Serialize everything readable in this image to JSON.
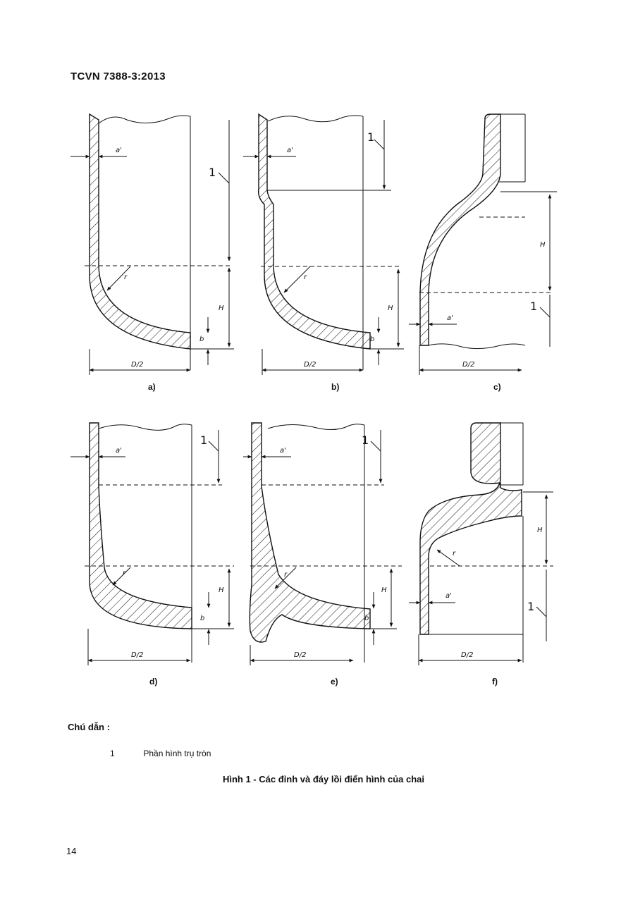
{
  "header": {
    "code": "TCVN 7388-3:2013"
  },
  "labels": {
    "wall": "a'",
    "radius": "r",
    "height": "H",
    "bottom": "b",
    "half_diameter": "D/2",
    "cylinder_marker": "1"
  },
  "panels": [
    {
      "caption": "a)"
    },
    {
      "caption": "b)"
    },
    {
      "caption": "c)"
    },
    {
      "caption": "d)"
    },
    {
      "caption": "e)"
    },
    {
      "caption": "f)"
    }
  ],
  "legend": {
    "title": "Chú dẫn :",
    "items": [
      {
        "number": "1",
        "text": "Phần hình trụ tròn"
      }
    ]
  },
  "figure_caption": "Hình 1 -  Các đỉnh và đáy lồi điển hình của chai",
  "page_number": "14"
}
